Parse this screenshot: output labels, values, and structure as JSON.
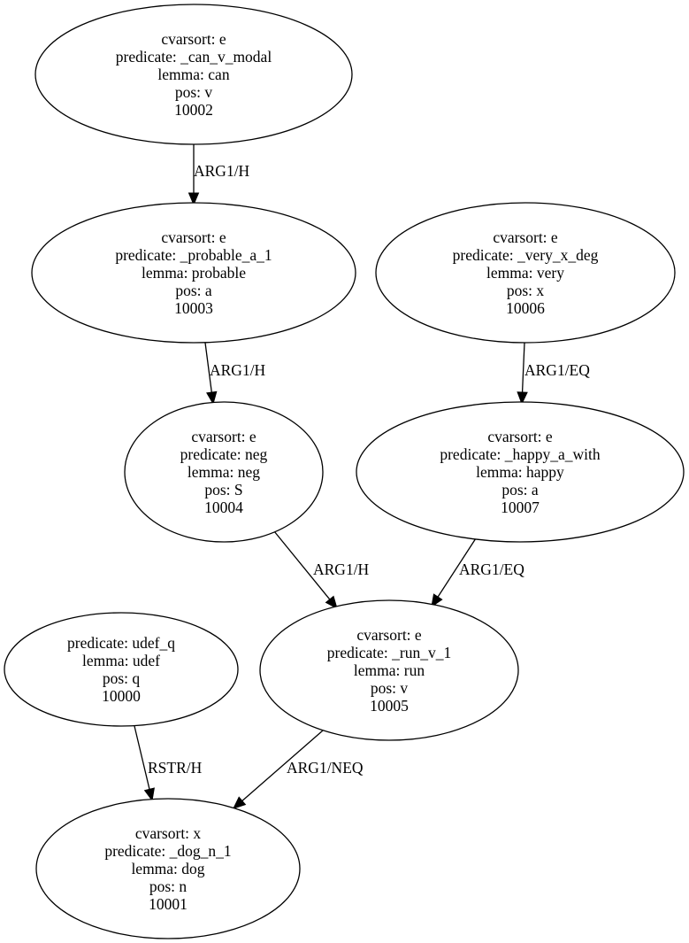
{
  "nodes": [
    {
      "id": "10002",
      "lines": [
        "cvarsort: e",
        "predicate: _can_v_modal",
        "lemma: can",
        "pos: v",
        "10002"
      ]
    },
    {
      "id": "10003",
      "lines": [
        "cvarsort: e",
        "predicate: _probable_a_1",
        "lemma: probable",
        "pos: a",
        "10003"
      ]
    },
    {
      "id": "10006",
      "lines": [
        "cvarsort: e",
        "predicate: _very_x_deg",
        "lemma: very",
        "pos: x",
        "10006"
      ]
    },
    {
      "id": "10004",
      "lines": [
        "cvarsort: e",
        "predicate: neg",
        "lemma: neg",
        "pos: S",
        "10004"
      ]
    },
    {
      "id": "10007",
      "lines": [
        "cvarsort: e",
        "predicate: _happy_a_with",
        "lemma: happy",
        "pos: a",
        "10007"
      ]
    },
    {
      "id": "10000",
      "lines": [
        "predicate: udef_q",
        "lemma: udef",
        "pos: q",
        "10000"
      ]
    },
    {
      "id": "10005",
      "lines": [
        "cvarsort: e",
        "predicate: _run_v_1",
        "lemma: run",
        "pos: v",
        "10005"
      ]
    },
    {
      "id": "10001",
      "lines": [
        "cvarsort: x",
        "predicate: _dog_n_1",
        "lemma: dog",
        "pos: n",
        "10001"
      ]
    }
  ],
  "edges": [
    {
      "from": "10002",
      "to": "10003",
      "label": "ARG1/H"
    },
    {
      "from": "10003",
      "to": "10004",
      "label": "ARG1/H"
    },
    {
      "from": "10006",
      "to": "10007",
      "label": "ARG1/EQ"
    },
    {
      "from": "10004",
      "to": "10005",
      "label": "ARG1/H"
    },
    {
      "from": "10007",
      "to": "10005",
      "label": "ARG1/EQ"
    },
    {
      "from": "10000",
      "to": "10001",
      "label": "RSTR/H"
    },
    {
      "from": "10005",
      "to": "10001",
      "label": "ARG1/NEQ"
    }
  ]
}
